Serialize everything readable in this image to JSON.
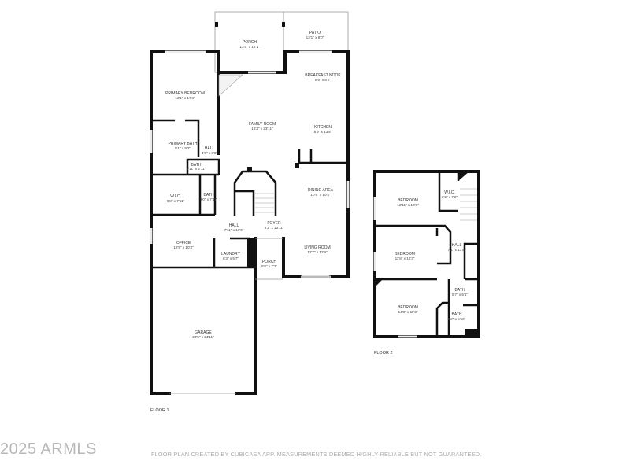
{
  "floor1": {
    "label": "FLOOR 1",
    "rooms": {
      "porch_top": {
        "name": "PORCH",
        "dims": "13'9\" x 12'1\""
      },
      "patio": {
        "name": "PATIO",
        "dims": "13'1\" x 8'0\""
      },
      "breakfast_nook": {
        "name": "BREAKFAST NOOK",
        "dims": "8'9\" x 8'2\""
      },
      "primary_bedroom": {
        "name": "PRIMARY BEDROOM",
        "dims": "13'1\" x 17'4\""
      },
      "family_room": {
        "name": "FAMILY ROOM",
        "dims": "18'2\" x 23'11\""
      },
      "kitchen": {
        "name": "KITCHEN",
        "dims": "8'9\" x 13'8\""
      },
      "primary_bath": {
        "name": "PRIMARY BATH",
        "dims": "9'1\" x 9'3\""
      },
      "hall_small": {
        "name": "HALL",
        "dims": "4'0\" x 3'6\""
      },
      "bath_a": {
        "name": "BATH",
        "dims": "5'11\" x 2'11\""
      },
      "wic": {
        "name": "W.I.C.",
        "dims": "9'8\" x 7'11\""
      },
      "bath_b": {
        "name": "BATH",
        "dims": "3'0\" x 7'11\""
      },
      "dining_area": {
        "name": "DINING AREA",
        "dims": "10'9\" x 10'4\""
      },
      "hall": {
        "name": "HALL",
        "dims": "7'11\" x 13'9\""
      },
      "foyer": {
        "name": "FOYER",
        "dims": "8'3\" x 13'11\""
      },
      "office": {
        "name": "OFFICE",
        "dims": "12'9\" x 10'3\""
      },
      "laundry": {
        "name": "LAUNDRY",
        "dims": "6'3\" x 5'7\""
      },
      "porch_front": {
        "name": "PORCH",
        "dims": "5'6\" x 7'3\""
      },
      "living_room": {
        "name": "LIVING ROOM",
        "dims": "12'7\" x 12'9\""
      },
      "garage": {
        "name": "GARAGE",
        "dims": "20'5\" x 24'11\""
      }
    }
  },
  "floor2": {
    "label": "FLOOR 2",
    "rooms": {
      "bedroom1": {
        "name": "BEDROOM",
        "dims": "12'11\" x 10'8\""
      },
      "wic": {
        "name": "W.I.C.",
        "dims": "2'2\" x 7'2\""
      },
      "bedroom2": {
        "name": "BEDROOM",
        "dims": "11'8\" x 10'3\""
      },
      "hall": {
        "name": "HALL",
        "dims": "7'1\" x 13'8\""
      },
      "bath1": {
        "name": "BATH",
        "dims": "5'7\" x 5'1\""
      },
      "bedroom3": {
        "name": "BEDROOM",
        "dims": "14'8\" x 11'3\""
      },
      "bath2": {
        "name": "BATH",
        "dims": "5'2\" x 5'10\""
      }
    }
  },
  "watermark": "2025 ARMLS",
  "disclaimer": "FLOOR PLAN CREATED BY CUBICASA APP. MEASUREMENTS DEEMED HIGHLY RELIABLE BUT NOT GUARANTEED."
}
